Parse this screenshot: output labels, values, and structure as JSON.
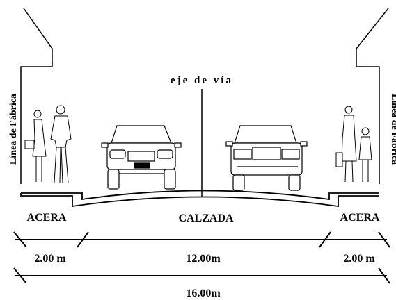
{
  "diagram": {
    "axis_label": "eje de vía",
    "left_facade_label": "Línea de Fábrica",
    "right_facade_label": "Línea de Fábrica",
    "left_sidewalk_label": "ACERA",
    "roadway_label": "CALZADA",
    "right_sidewalk_label": "ACERA",
    "dim_left_sidewalk": "2.00 m",
    "dim_roadway": "12.00m",
    "dim_right_sidewalk": "2.00 m",
    "dim_total": "16.00m"
  }
}
